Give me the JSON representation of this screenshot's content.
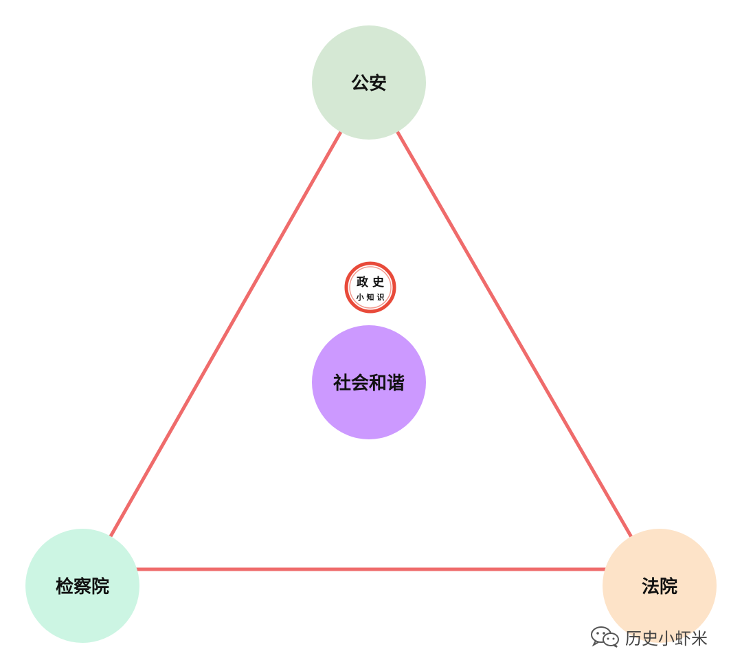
{
  "nodes": {
    "top": {
      "label": "公安",
      "color": "#d5e8d4"
    },
    "left": {
      "label": "检察院",
      "color": "#ccf5e3"
    },
    "right": {
      "label": "法院",
      "color": "#fde3c8"
    },
    "center": {
      "label": "社会和谐",
      "color": "#cc99ff"
    }
  },
  "edge_color": "#ef6b6b",
  "seal": {
    "line1": "政 史",
    "line2": "小 知 识",
    "ring_color": "#e84a3a"
  },
  "watermark": {
    "text": "历史小虾米",
    "icon": "wechat-icon"
  }
}
